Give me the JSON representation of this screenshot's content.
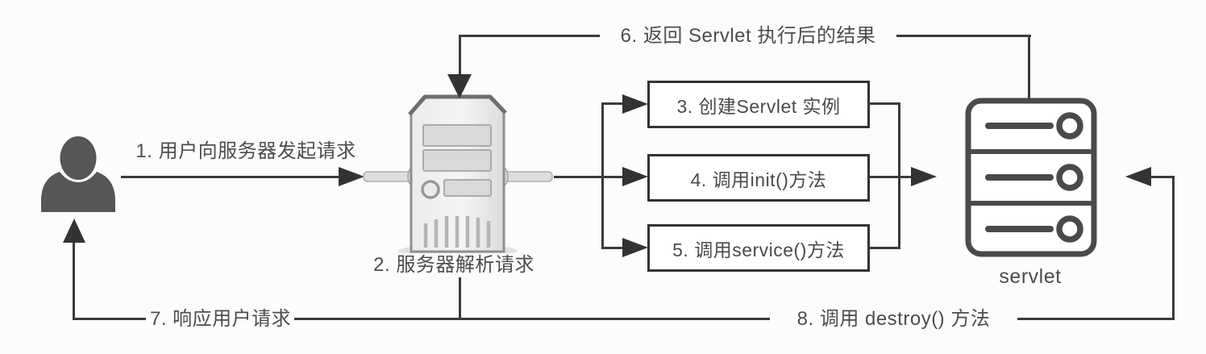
{
  "diagram": {
    "kind": "servlet-lifecycle-flow",
    "colors": {
      "line": "#3a3a3a",
      "text": "#4d4d4d",
      "box_border": "#333333",
      "person_icon": "#565656",
      "rack_icon": "#4a4a4a"
    }
  },
  "steps": {
    "step1": "1. 用户向服务器发起请求",
    "step2": "2. 服务器解析请求",
    "step3": "3. 创建Servlet 实例",
    "step4": "4. 调用init()方法",
    "step5": "5. 调用service()方法",
    "step6": "6. 返回 Servlet 执行后的结果",
    "step7": "7. 响应用户请求",
    "step8": "8. 调用 destroy() 方法"
  },
  "nodes": {
    "user": "user",
    "server": "server",
    "servlet_label": "servlet"
  }
}
